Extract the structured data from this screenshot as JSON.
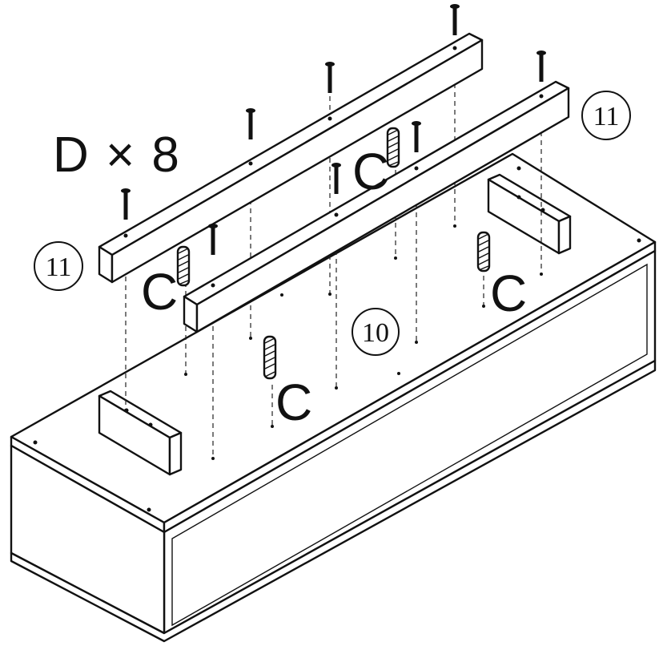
{
  "step": {
    "hardware_quantity": "D × 8",
    "dowel_label": "C",
    "rail_part_number": "11",
    "panel_part_number": "10"
  }
}
